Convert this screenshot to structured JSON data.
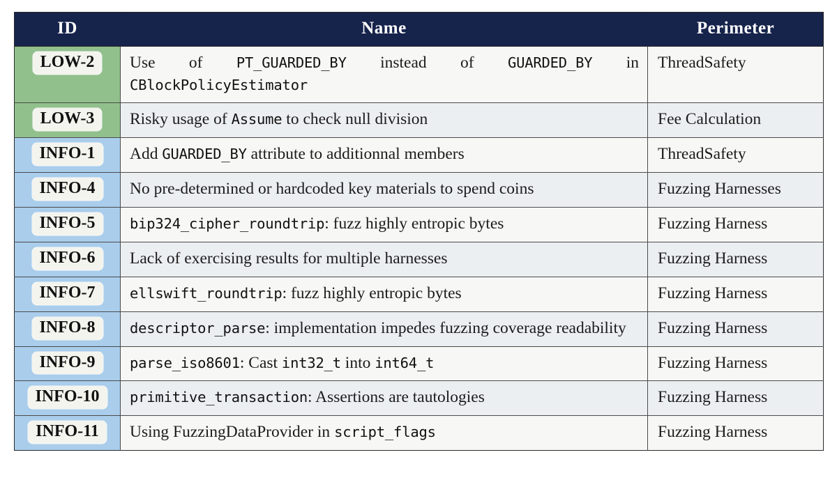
{
  "table": {
    "headers": {
      "id": "ID",
      "name": "Name",
      "perimeter": "Perimeter"
    },
    "colors": {
      "header_bg": "#16234B",
      "header_text": "#FFFFFF",
      "severity_low_bg": "#91C08D",
      "severity_info_bg": "#A9CDEB",
      "badge_bg": "#F4F4EF",
      "row_stripe_light": "#F7F7F5",
      "row_stripe_dark": "#ECEFF2",
      "border": "#4A4A4A"
    },
    "rows": [
      {
        "id": "LOW-2",
        "severity": "low",
        "name_parts": [
          {
            "text": "Use of ",
            "mono": false
          },
          {
            "text": "PT_GUARDED_BY",
            "mono": true
          },
          {
            "text": " instead of ",
            "mono": false
          },
          {
            "text": "GUARDED_BY",
            "mono": true
          },
          {
            "text": " in ",
            "mono": false
          },
          {
            "text": "CBlockPolicyEstimator",
            "mono": true
          }
        ],
        "name_plain": "Use of PT_GUARDED_BY instead of GUARDED_BY in CBlockPolicyEstimator",
        "perimeter": "ThreadSafety"
      },
      {
        "id": "LOW-3",
        "severity": "low",
        "name_parts": [
          {
            "text": "Risky usage of ",
            "mono": false
          },
          {
            "text": "Assume",
            "mono": true
          },
          {
            "text": " to check null division",
            "mono": false
          }
        ],
        "name_plain": "Risky usage of Assume to check null division",
        "perimeter": "Fee Calculation"
      },
      {
        "id": "INFO-1",
        "severity": "info",
        "name_parts": [
          {
            "text": "Add ",
            "mono": false
          },
          {
            "text": "GUARDED_BY",
            "mono": true
          },
          {
            "text": " attribute to additionnal members",
            "mono": false
          }
        ],
        "name_plain": "Add GUARDED_BY attribute to additionnal members",
        "perimeter": "ThreadSafety"
      },
      {
        "id": "INFO-4",
        "severity": "info",
        "name_parts": [
          {
            "text": "No pre-determined or hardcoded key materials to spend coins",
            "mono": false
          }
        ],
        "name_plain": "No pre-determined or hardcoded key materials to spend coins",
        "perimeter": "Fuzzing Harnesses"
      },
      {
        "id": "INFO-5",
        "severity": "info",
        "name_parts": [
          {
            "text": "bip324_cipher_roundtrip",
            "mono": true
          },
          {
            "text": ": fuzz highly entropic bytes",
            "mono": false
          }
        ],
        "name_plain": "bip324_cipher_roundtrip: fuzz highly entropic bytes",
        "perimeter": "Fuzzing Harness"
      },
      {
        "id": "INFO-6",
        "severity": "info",
        "name_parts": [
          {
            "text": "Lack of exercising results for multiple harnesses",
            "mono": false
          }
        ],
        "name_plain": "Lack of exercising results for multiple harnesses",
        "perimeter": "Fuzzing Harness"
      },
      {
        "id": "INFO-7",
        "severity": "info",
        "name_parts": [
          {
            "text": "ellswift_roundtrip",
            "mono": true
          },
          {
            "text": ": fuzz highly entropic bytes",
            "mono": false
          }
        ],
        "name_plain": "ellswift_roundtrip: fuzz highly entropic bytes",
        "perimeter": "Fuzzing Harness"
      },
      {
        "id": "INFO-8",
        "severity": "info",
        "name_parts": [
          {
            "text": "descriptor_parse",
            "mono": true
          },
          {
            "text": ": implementation impedes fuzzing coverage readability",
            "mono": false
          }
        ],
        "name_plain": "descriptor_parse: implementation impedes fuzzing coverage readability",
        "perimeter": "Fuzzing Harness"
      },
      {
        "id": "INFO-9",
        "severity": "info",
        "name_parts": [
          {
            "text": "parse_iso8601",
            "mono": true
          },
          {
            "text": ": Cast ",
            "mono": false
          },
          {
            "text": "int32_t",
            "mono": true
          },
          {
            "text": " into ",
            "mono": false
          },
          {
            "text": "int64_t",
            "mono": true
          }
        ],
        "name_plain": "parse_iso8601: Cast int32_t into int64_t",
        "perimeter": "Fuzzing Harness"
      },
      {
        "id": "INFO-10",
        "severity": "info",
        "name_parts": [
          {
            "text": "primitive_transaction",
            "mono": true
          },
          {
            "text": ": Assertions are tautologies",
            "mono": false
          }
        ],
        "name_plain": "primitive_transaction: Assertions are tautologies",
        "perimeter": "Fuzzing Harness"
      },
      {
        "id": "INFO-11",
        "severity": "info",
        "name_parts": [
          {
            "text": "Using FuzzingDataProvider in ",
            "mono": false
          },
          {
            "text": "script_flags",
            "mono": true
          }
        ],
        "name_plain": "Using FuzzingDataProvider in script_flags",
        "perimeter": "Fuzzing Harness"
      }
    ]
  }
}
